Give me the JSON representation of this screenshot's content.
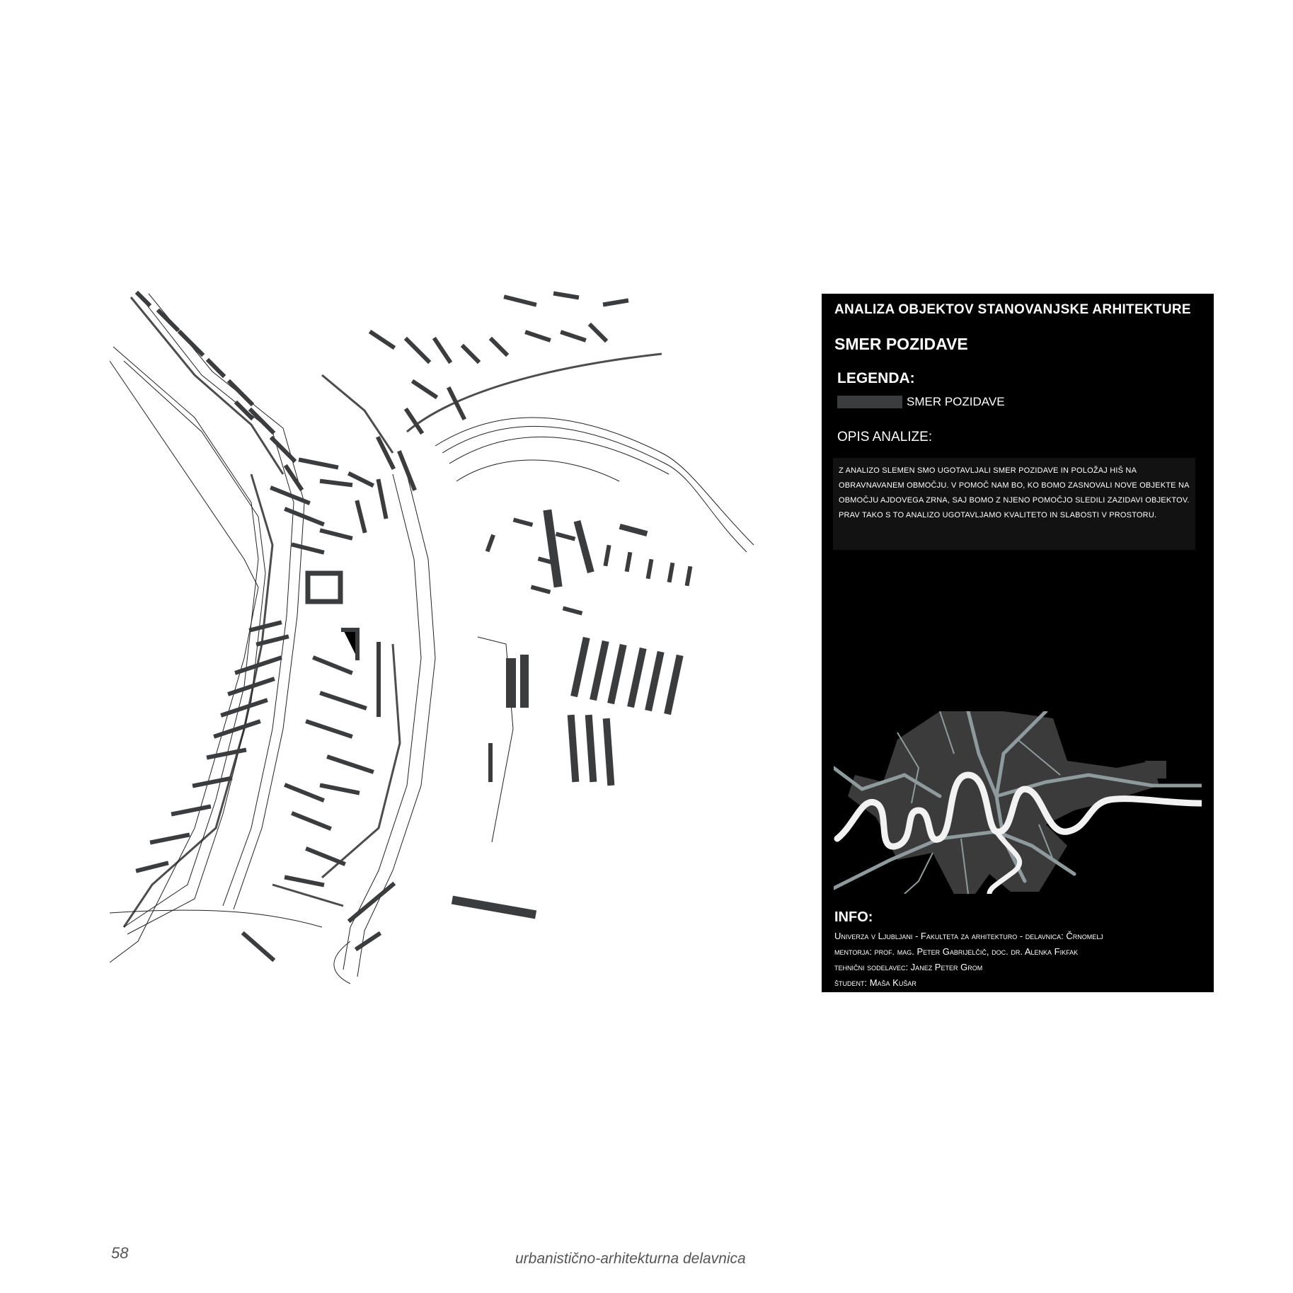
{
  "panel": {
    "title": "ANALIZA OBJEKTOV STANOVANJSKE ARHITEKTURE",
    "subtitle": "SMER POZIDAVE",
    "legend_heading": "LEGENDA:",
    "legend_item": "SMER POZIDAVE",
    "legend_color": "#3a3c3e",
    "description_heading": "OPIS ANALIZE:",
    "description": "Z ANALIZO SLEMEN SMO UGOTAVLJALI SMER POZIDAVE IN POLOŽAJ HIŠ NA OBRAVNAVANEM OBMOČJU. V POMOČ NAM BO, KO BOMO ZASNOVALI NOVE OBJEKTE NA OBMOČJU AJDOVEGA ZRNA, SAJ BOMO Z NJENO POMOČJO SLEDILI ZAZIDAVI OBJEKTOV. PRAV TAKO S TO ANALIZO UGOTAVLJAMO KVALITETO IN SLABOSTI V PROSTORU.",
    "info_heading": "INFO:",
    "info_lines": [
      "Univerza v Ljubljani - Fakulteta za arhitekturo - delavnica: Črnomelj",
      "mentorja: prof. mag. Peter Gabrijelčič, doc. dr. Alenka Fikfak",
      "tehnični sodelavec: Janez Peter Grom",
      "študent: Maša Kušar"
    ]
  },
  "footer": {
    "page_number": "58",
    "title": "urbanistično-arhitekturna delavnica"
  },
  "colors": {
    "building": "#3a3c3e",
    "panel_bg": "#000000",
    "river": "#f2f2f2",
    "roads": "#8f9a9c",
    "urban_fill": "#3b3b3b"
  }
}
